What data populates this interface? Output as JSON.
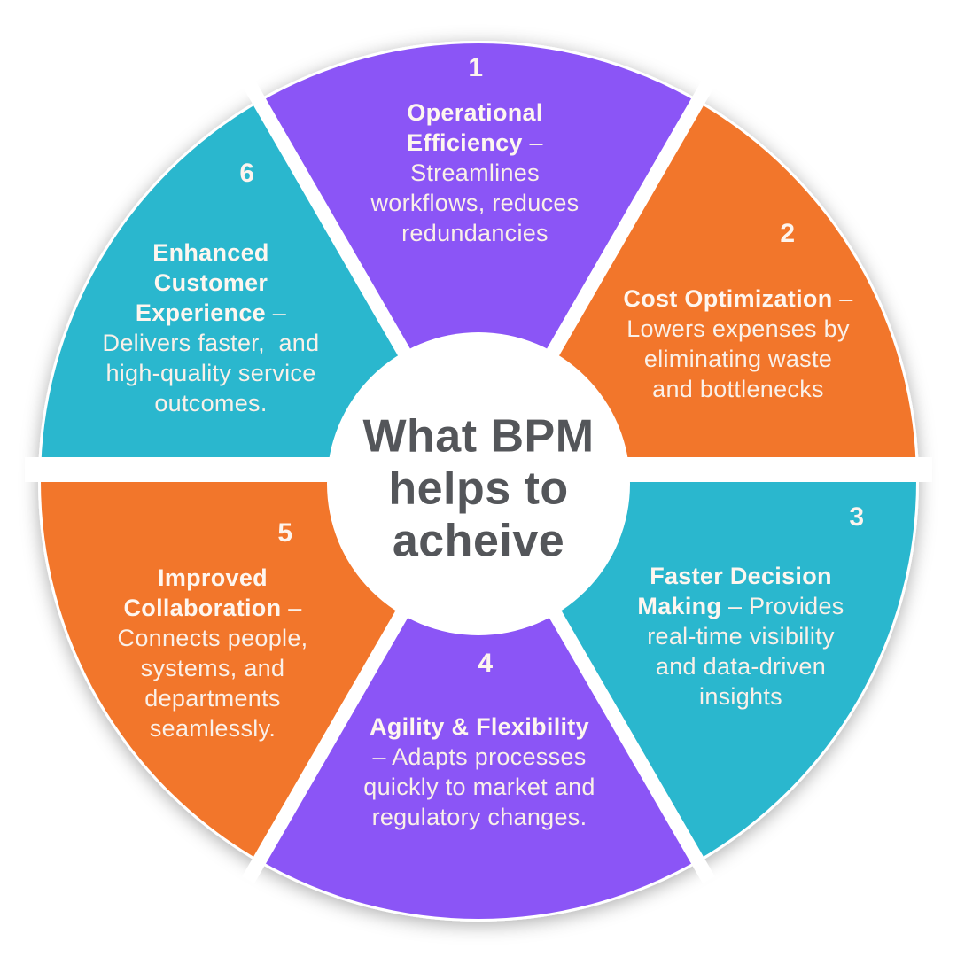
{
  "page": {
    "background_color": "#ffffff",
    "gap_color": "#ffffff"
  },
  "center": {
    "title": "What BPM helps to acheive",
    "text_color": "#54565A",
    "circle_color": "#ffffff"
  },
  "colors": {
    "purple": "#8B55F6",
    "orange": "#F2762B",
    "cyan": "#2AB7CE",
    "number_text": "#FDF4EE",
    "sector_text": "#FAF0E8"
  },
  "sectors": [
    {
      "number": "1",
      "color": "#8B55F6",
      "title": "Operational Efficiency",
      "description": "Streamlines workflows, reduces redundancies",
      "lines": [
        [
          {
            "t": "Operational",
            "b": true
          }
        ],
        [
          {
            "t": "Efficiency",
            "b": true
          },
          {
            "t": " –",
            "b": false
          }
        ],
        [
          {
            "t": "Streamlines",
            "b": false
          }
        ],
        [
          {
            "t": "workflows, reduces",
            "b": false
          }
        ],
        [
          {
            "t": "redundancies",
            "b": false
          }
        ]
      ]
    },
    {
      "number": "2",
      "color": "#F2762B",
      "title": "Cost Optimization",
      "description": "Lowers expenses by eliminating waste and bottlenecks",
      "lines": [
        [
          {
            "t": "Cost Optimization",
            "b": true
          },
          {
            "t": " –",
            "b": false
          }
        ],
        [
          {
            "t": "Lowers expenses by",
            "b": false
          }
        ],
        [
          {
            "t": "eliminating waste",
            "b": false
          }
        ],
        [
          {
            "t": "and bottlenecks",
            "b": false
          }
        ]
      ]
    },
    {
      "number": "3",
      "color": "#2AB7CE",
      "title": "Faster Decision Making",
      "description": "Provides real-time visibility and data-driven insights",
      "lines": [
        [
          {
            "t": "Faster Decision",
            "b": true
          }
        ],
        [
          {
            "t": "Making",
            "b": true
          },
          {
            "t": " – Provides",
            "b": false
          }
        ],
        [
          {
            "t": "real-time visibility",
            "b": false
          }
        ],
        [
          {
            "t": "and data-driven",
            "b": false
          }
        ],
        [
          {
            "t": "insights",
            "b": false
          }
        ]
      ]
    },
    {
      "number": "4",
      "color": "#8B55F6",
      "title": "Agility & Flexibility",
      "description": "Adapts processes quickly to market and regulatory changes.",
      "lines": [
        [
          {
            "t": "Agility & Flexibility",
            "b": true
          }
        ],
        [
          {
            "t": "– Adapts processes",
            "b": false
          }
        ],
        [
          {
            "t": "quickly to market and",
            "b": false
          }
        ],
        [
          {
            "t": "regulatory changes.",
            "b": false
          }
        ]
      ]
    },
    {
      "number": "5",
      "color": "#F2762B",
      "title": "Improved Collaboration",
      "description": "Connects people, systems, and departments seamlessly.",
      "lines": [
        [
          {
            "t": "Improved",
            "b": true
          }
        ],
        [
          {
            "t": "Collaboration",
            "b": true
          },
          {
            "t": " –",
            "b": false
          }
        ],
        [
          {
            "t": "Connects people,",
            "b": false
          }
        ],
        [
          {
            "t": "systems, and",
            "b": false
          }
        ],
        [
          {
            "t": "departments",
            "b": false
          }
        ],
        [
          {
            "t": "seamlessly.",
            "b": false
          }
        ]
      ]
    },
    {
      "number": "6",
      "color": "#2AB7CE",
      "title": "Enhanced Customer Experience",
      "description": "Delivers faster,  and high-quality service outcomes.",
      "lines": [
        [
          {
            "t": "Enhanced",
            "b": true
          }
        ],
        [
          {
            "t": "Customer",
            "b": true
          }
        ],
        [
          {
            "t": "Experience",
            "b": true
          },
          {
            "t": " –",
            "b": false
          }
        ],
        [
          {
            "t": "Delivers faster,  and",
            "b": false
          }
        ],
        [
          {
            "t": "high-quality service",
            "b": false
          }
        ],
        [
          {
            "t": "outcomes.",
            "b": false
          }
        ]
      ]
    }
  ]
}
